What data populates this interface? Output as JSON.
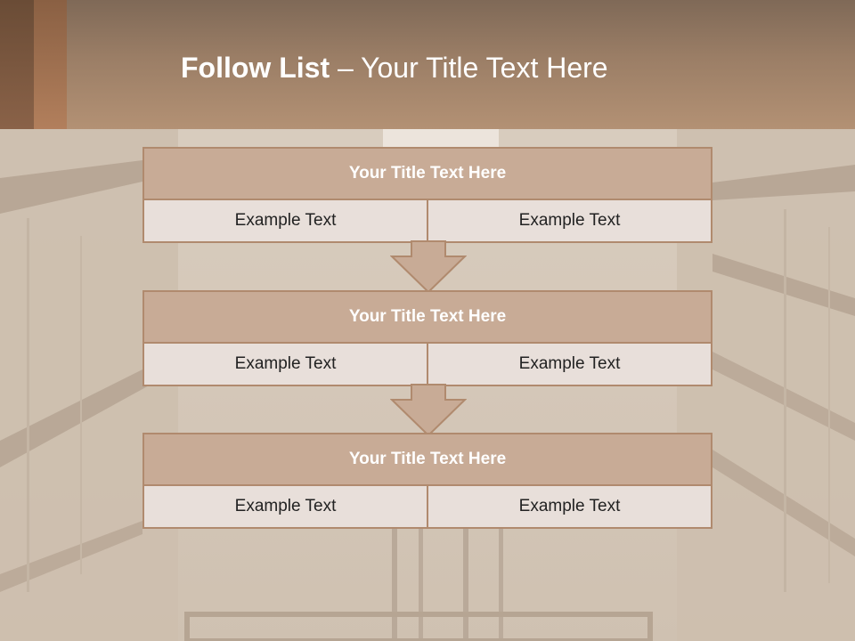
{
  "header": {
    "title_bold": "Follow List",
    "title_rest": " – Your Title Text Here"
  },
  "steps": [
    {
      "title": "Your Title Text Here",
      "left_text": "Example Text",
      "right_text": "Example Text"
    },
    {
      "title": "Your Title Text Here",
      "left_text": "Example Text",
      "right_text": "Example Text"
    },
    {
      "title": "Your Title Text Here",
      "left_text": "Example Text",
      "right_text": "Example Text"
    }
  ],
  "colors": {
    "header": "#9b7e66",
    "box_title": "#c8ab96",
    "box_border": "#b08a6e",
    "box_body": "#e8dfda",
    "arrow_fill": "#c8ab96"
  }
}
